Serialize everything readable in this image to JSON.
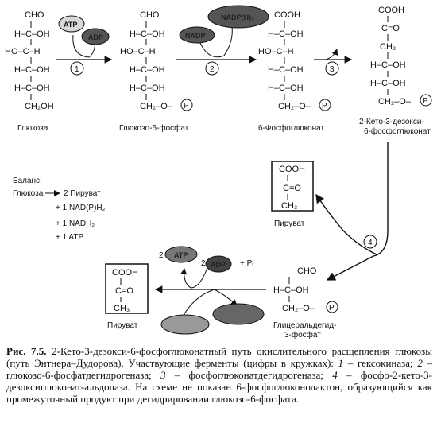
{
  "molecules": {
    "glucose": {
      "rows": [
        "CHO",
        "H–C–OH",
        "HO–C–H",
        "H–C–OH",
        "H–C–OH",
        "CH₂OH"
      ],
      "name": "Глюкоза"
    },
    "g6p": {
      "rows": [
        "CHO",
        "H–C–OH",
        "HO–C–H",
        "H–C–OH",
        "H–C–OH",
        "CH₂–O–"
      ],
      "name": "Глюкозо-6-фосфат"
    },
    "pg6": {
      "rows": [
        "COOH",
        "H–C–OH",
        "HO–C–H",
        "H–C–OH",
        "H–C–OH",
        "CH₂–O–"
      ],
      "name": "6-Фосфоглюконат"
    },
    "kdpg": {
      "rows": [
        "COOH",
        "C=O",
        "CH₂",
        "H–C–OH",
        "H–C–OH",
        "CH₂–O–"
      ],
      "name_line1": "2-Кето-3-дезокси-",
      "name_line2": "6-фосфоглюконат"
    },
    "pyruvate_right": {
      "rows": [
        "COOH",
        "C=O",
        "CH₃"
      ],
      "name": "Пируват"
    },
    "pyruvate_left": {
      "rows": [
        "COOH",
        "C=O",
        "CH₃"
      ],
      "name": "Пируват"
    },
    "g3p": {
      "rows": [
        "CHO",
        "H–C–OH",
        "CH₂–O–"
      ],
      "name_line1": "Глицеральдегид-",
      "name_line2": "3-фосфат"
    }
  },
  "phosphate_symbol": "P",
  "cofactors": {
    "atp": "ATP",
    "adp": "ADP",
    "nadp": "NADP",
    "nadph2": "NADP(H)₂",
    "coef_2a": "2",
    "coef_2b": "2",
    "pi": "+ Pᵢ"
  },
  "enzyme_steps": [
    "1",
    "2",
    "3",
    "4"
  ],
  "balance": {
    "title": "Баланс:",
    "substrate": "Глюкоза",
    "products": [
      "2 Пируват",
      "+ 1 NAD(P)H₂",
      "+ 1 NADH₂",
      "+ 1 ATP"
    ]
  },
  "caption": {
    "label": "Рис. 7.5.",
    "text_a": " 2-Кето-3-дезокси-6-фосфоглюконатный путь окислительного расщепления глюкозы (путь Энтнера–Дудорова). Участвующие ферменты (цифры в кружках): ",
    "n1": "1",
    "e1": " – гексокиназа; ",
    "n2": "2",
    "e2": " – глюкозо-6-фосфатдегидрогеназа; ",
    "n3": "3",
    "e3": " – фосфоглюконатдегидрогеназа; ",
    "n4": "4",
    "e4": " – фосфо-2-кето-3-дезоксиглюконат-альдолаза. На схеме не показан 6-фосфоглюконолактон, образующийся как промежуточный продукт при дегидрировании глюкозо-6-фосфата."
  }
}
